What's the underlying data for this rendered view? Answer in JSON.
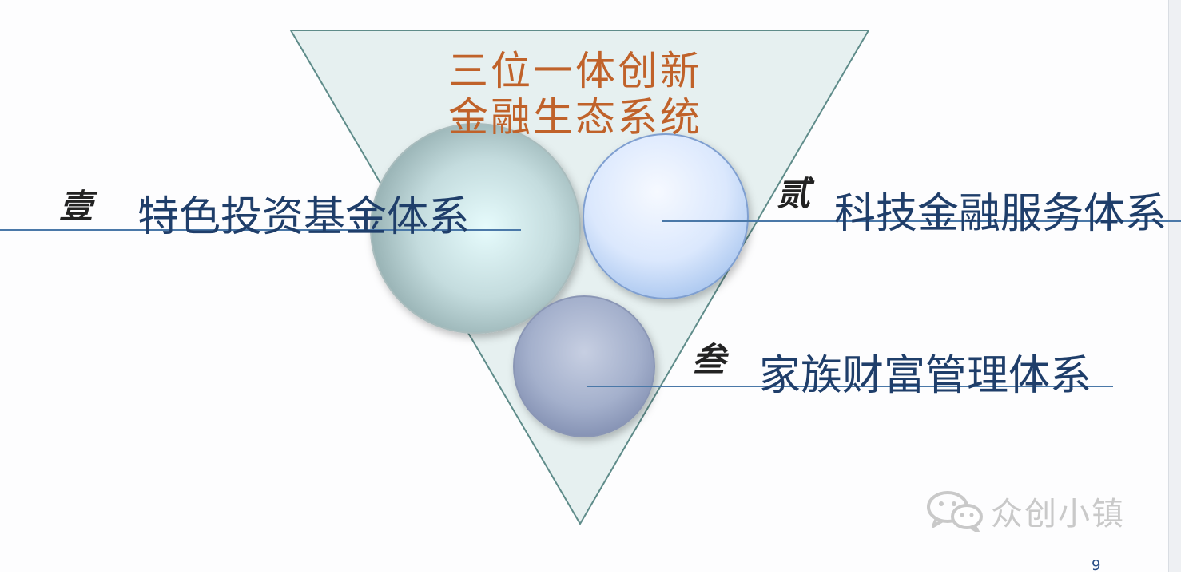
{
  "diagram": {
    "title_lines": [
      "三位一体创新",
      "金融生态系统"
    ],
    "items": [
      {
        "numeral": "壹",
        "label": "特色投资基金体系"
      },
      {
        "numeral": "贰",
        "label": "科技金融服务体系"
      },
      {
        "numeral": "叁",
        "label": "家族财富管理体系"
      }
    ]
  },
  "watermark": {
    "text": "众创小镇",
    "icon": "wechat-icon"
  },
  "page_number": "9",
  "colors": {
    "title": "#c0622a",
    "label": "#1f3e6a",
    "triangle_fill": "#e6f0f0",
    "triangle_stroke": "#5f8c8a",
    "leader_line": "#4a78a8"
  }
}
